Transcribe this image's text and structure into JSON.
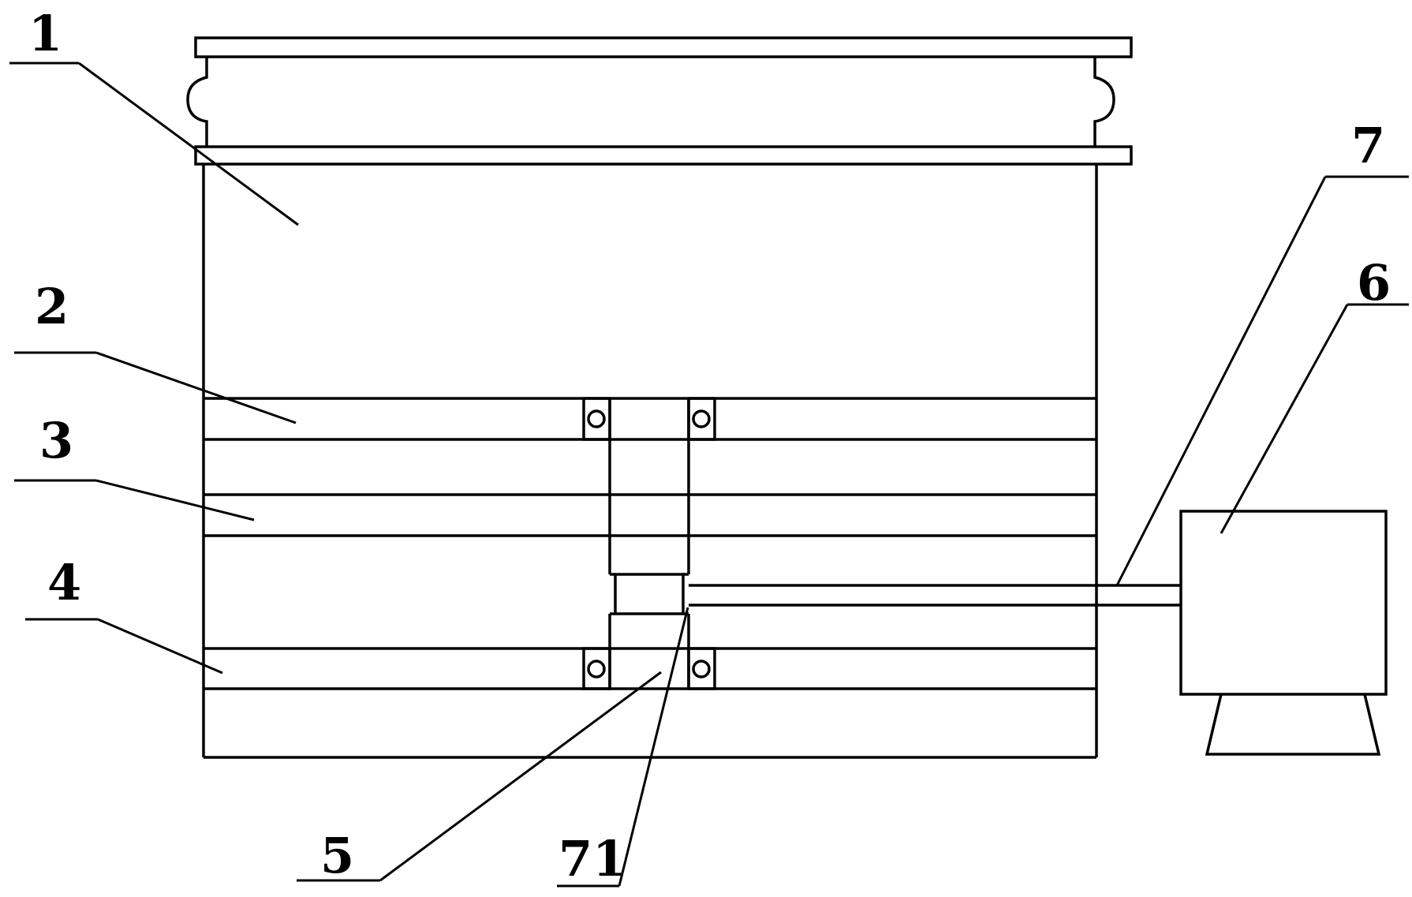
{
  "labels": {
    "l1": "1",
    "l2": "2",
    "l3": "3",
    "l4": "4",
    "l5": "5",
    "l6": "6",
    "l7": "7",
    "l71": "71"
  }
}
